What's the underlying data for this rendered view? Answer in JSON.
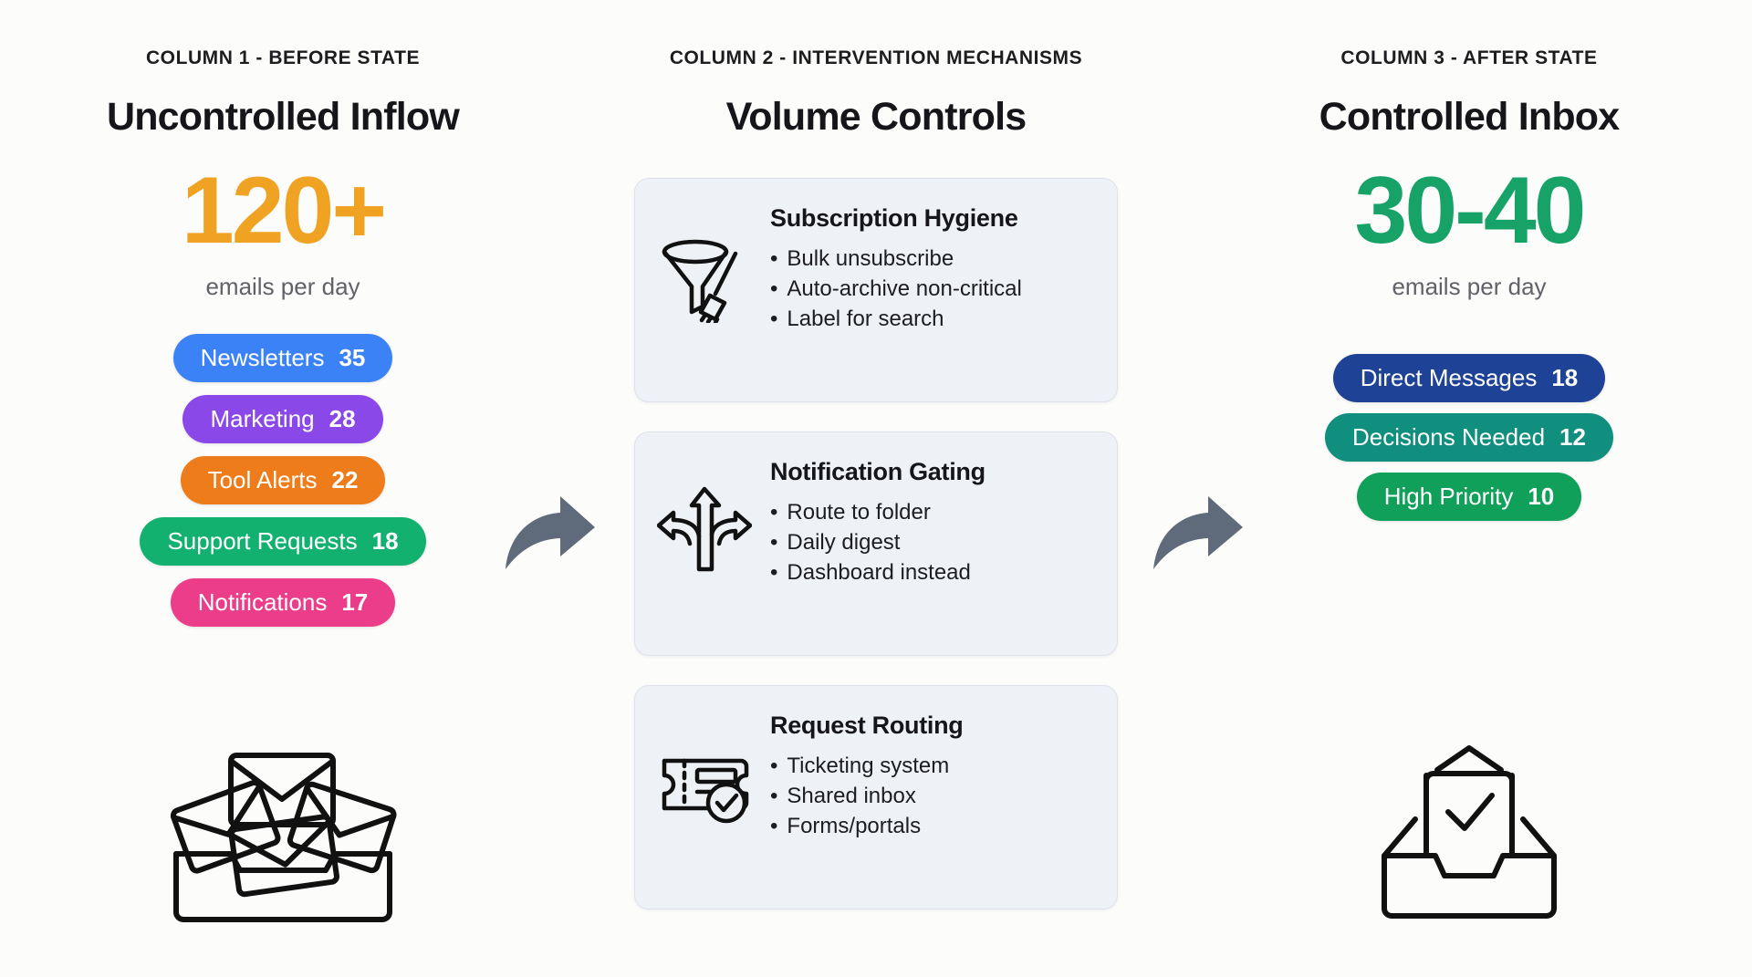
{
  "columns": [
    {
      "eyebrow": "COLUMN 1 - BEFORE STATE",
      "title": "Uncontrolled Inflow",
      "bignum": "120+",
      "bignum_color": "#f0a322",
      "caption": "emails per day",
      "pills": [
        {
          "label": "Newsletters",
          "value": "35",
          "color": "#3b82f6"
        },
        {
          "label": "Marketing",
          "value": "28",
          "color": "#8b48e8"
        },
        {
          "label": "Tool Alerts",
          "value": "22",
          "color": "#ef7c1a"
        },
        {
          "label": "Support Requests",
          "value": "18",
          "color": "#12b16f"
        },
        {
          "label": "Notifications",
          "value": "17",
          "color": "#eb3d8a"
        }
      ],
      "bottom_icon": "overflowing-mail-tray-icon"
    },
    {
      "eyebrow": "COLUMN 2 - INTERVENTION MECHANISMS",
      "title": "Volume Controls",
      "cards": [
        {
          "icon": "funnel-broom-icon",
          "title": "Subscription Hygiene",
          "items": [
            "Bulk unsubscribe",
            "Auto-archive non-critical",
            "Label for search"
          ]
        },
        {
          "icon": "three-way-arrow-icon",
          "title": "Notification Gating",
          "items": [
            "Route to folder",
            "Daily digest",
            "Dashboard instead"
          ]
        },
        {
          "icon": "ticket-check-icon",
          "title": "Request Routing",
          "items": [
            "Ticketing system",
            "Shared inbox",
            "Forms/portals"
          ]
        }
      ]
    },
    {
      "eyebrow": "COLUMN 3 - AFTER STATE",
      "title": "Controlled Inbox",
      "bignum": "30-40",
      "bignum_color": "#17a368",
      "caption": "emails per day",
      "pills": [
        {
          "label": "Direct Messages",
          "value": "18",
          "color": "#1e4296"
        },
        {
          "label": "Decisions Needed",
          "value": "12",
          "color": "#118f7e"
        },
        {
          "label": "High Priority",
          "value": "10",
          "color": "#11a05a"
        }
      ],
      "bottom_icon": "organized-inbox-check-icon"
    }
  ],
  "arrows": [
    {
      "name": "flow-arrow-1",
      "color": "#5f6b7a"
    },
    {
      "name": "flow-arrow-2",
      "color": "#5f6b7a"
    }
  ],
  "bullet_glyph": "•"
}
